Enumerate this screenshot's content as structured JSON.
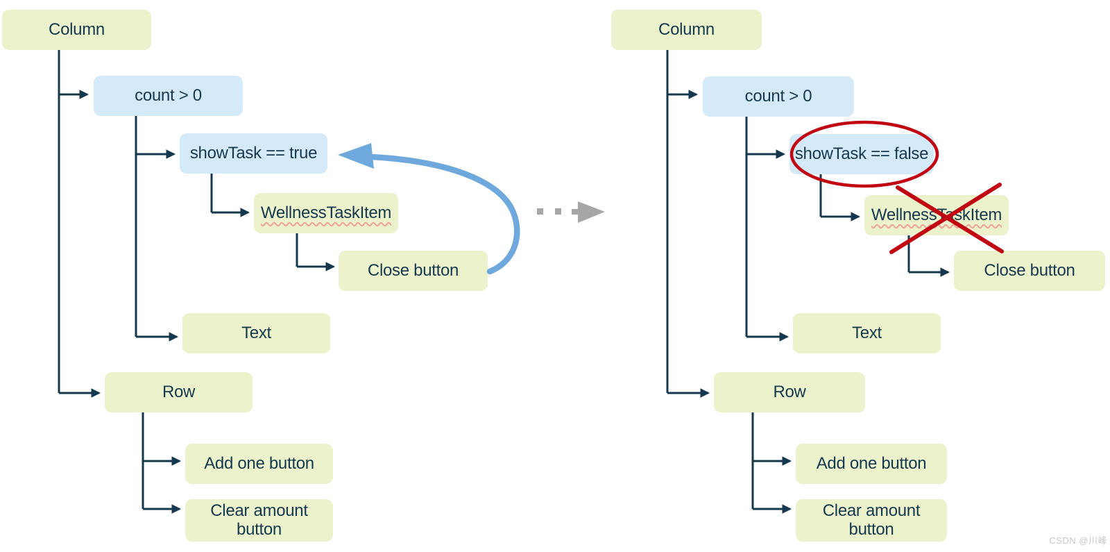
{
  "left_tree": {
    "column": "Column",
    "count_condition": "count > 0",
    "show_task_condition": "showTask == true",
    "wellness_task_item": "WellnessTaskItem",
    "close_button": "Close button",
    "text": "Text",
    "row": "Row",
    "add_one_button": "Add one button",
    "clear_amount_button": "Clear amount button"
  },
  "right_tree": {
    "column": "Column",
    "count_condition": "count > 0",
    "show_task_condition": "showTask == false",
    "wellness_task_item": "WellnessTaskItem",
    "close_button": "Close button",
    "text": "Text",
    "row": "Row",
    "add_one_button": "Add one button",
    "clear_amount_button": "Clear amount button"
  },
  "icons": {
    "loop_back_arrow": "curved-blue-arrow",
    "transition_arrow": "gray-dashed-right-arrow",
    "highlight_ellipse": "red-ellipse",
    "crossout": "red-x"
  },
  "colors": {
    "node_green": "#ecf3cc",
    "node_blue": "#d5eaf8",
    "connector_navy": "#16384e",
    "loop_arrow_blue": "#6fa8dc",
    "annotation_red": "#c00712",
    "transition_gray": "#a6a6a6",
    "misspell_squiggle": "#f0a294"
  },
  "watermark": "CSDN @川峰"
}
